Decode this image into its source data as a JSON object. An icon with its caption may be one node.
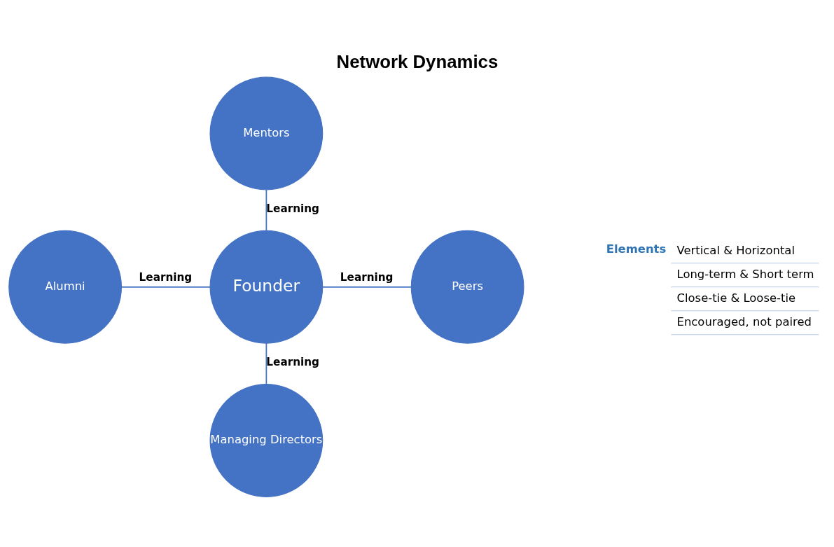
{
  "diagram": {
    "title": "Network Dynamics",
    "nodes": [
      {
        "text": [
          "Mentors"
        ]
      },
      {
        "text": [
          "Alumni"
        ]
      },
      {
        "text": [
          "Founder"
        ]
      },
      {
        "text": [
          "Peers"
        ]
      },
      {
        "text": [
          "Managing Directors"
        ]
      }
    ],
    "edges": [
      {
        "from": 0,
        "to": 2,
        "arrow": "none",
        "label": "Learning"
      },
      {
        "from": 1,
        "to": 2,
        "arrow": "none",
        "label": "Learning"
      },
      {
        "from": 2,
        "to": 3,
        "arrow": "none",
        "label": "Learning"
      },
      {
        "from": 2,
        "to": 4,
        "arrow": "none",
        "label": "Learning"
      }
    ],
    "labels": [
      "Elements",
      "Vertical & Horizontal",
      "Long-term & Short term",
      "Close-tie & Loose-tie",
      "Encouraged, not paired"
    ]
  }
}
